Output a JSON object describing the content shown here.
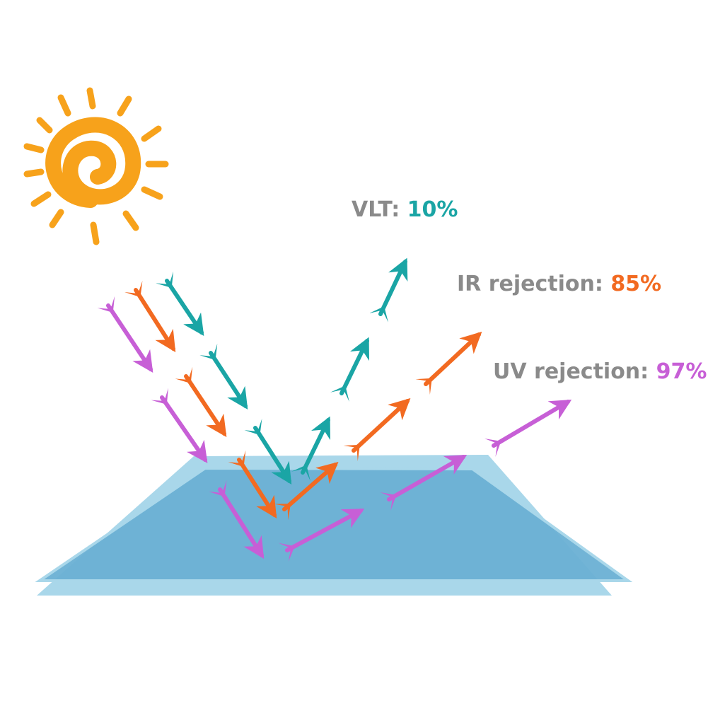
{
  "labels": {
    "vlt": {
      "name": "VLT:",
      "value": "10%"
    },
    "ir": {
      "name": "IR rejection:",
      "value": "85%"
    },
    "uv": {
      "name": "UV rejection:",
      "value": "97%"
    }
  },
  "colors": {
    "vlt": "#1aa5a5",
    "ir": "#f26a21",
    "uv": "#c75fd6",
    "sun": "#f7a21b",
    "glass_light": "#a9d7ea",
    "glass_dark": "#6ab0d4",
    "label_gray": "#8a8a8a"
  },
  "icons": {
    "sun": "sun-icon"
  }
}
